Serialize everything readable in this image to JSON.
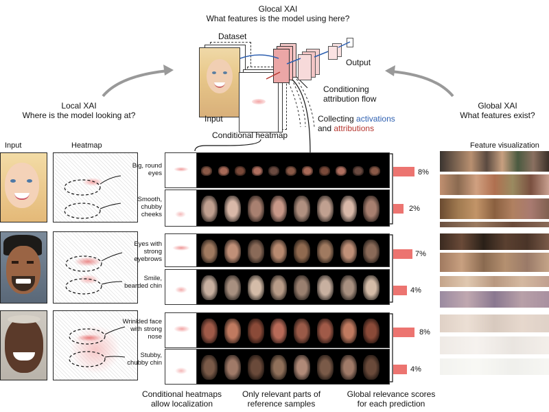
{
  "glocal": {
    "title": "Glocal XAI",
    "subtitle": "What features is the model using here?"
  },
  "local": {
    "title": "Local XAI",
    "subtitle": "Where is the model looking at?"
  },
  "global": {
    "title": "Global XAI",
    "subtitle": "What features exist?"
  },
  "network": {
    "dataset": "Dataset",
    "input": "Input",
    "output": "Output",
    "conditioning": "Conditioning attribution flow",
    "collecting_prefix": "Collecting",
    "activations": "activations",
    "and": "and",
    "attributions": "attributions",
    "conditional_heatmap": "Conditional heatmap"
  },
  "columns": {
    "input": "Input",
    "heatmap": "Heatmap",
    "feature_visualization": "Feature visualization"
  },
  "concepts": [
    {
      "label": "Big, round eyes",
      "score": "8%",
      "value": 8
    },
    {
      "label": "Smooth, chubby cheeks",
      "score": "2%",
      "value": 2
    },
    {
      "label": "Eyes with strong eyebrows",
      "score": "7%",
      "value": 7
    },
    {
      "label": "Smile, bearded chin",
      "score": "4%",
      "value": 4
    },
    {
      "label": "Wrinkled face with strong nose",
      "score": "8%",
      "value": 8
    },
    {
      "label": "Stubby, chubby chin",
      "score": "4%",
      "value": 4
    }
  ],
  "footer": {
    "left": "Conditional heatmaps allow localization",
    "middle": "Only relevant parts of reference samples",
    "right": "Global relevance scores for each prediction"
  },
  "colors": {
    "activations": "#2d5fb0",
    "attributions": "#b5352e",
    "bars": "#ec7470"
  }
}
